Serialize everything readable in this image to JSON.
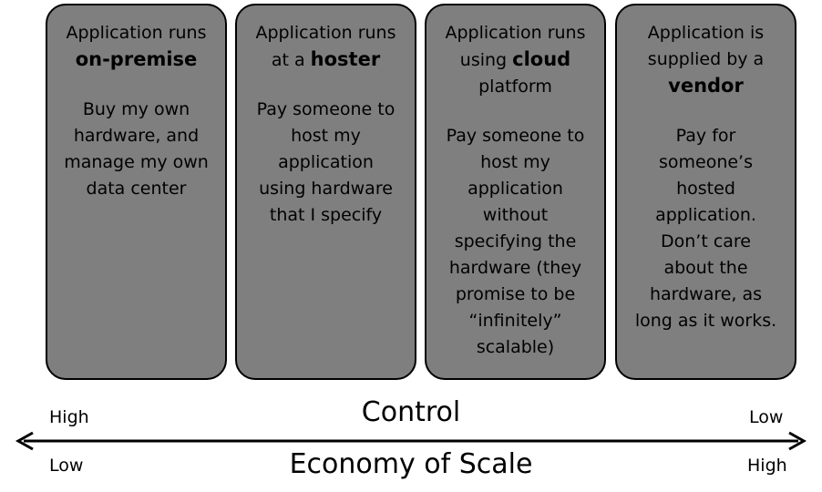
{
  "cards": [
    {
      "head": [
        {
          "text": "Application runs",
          "bold": false
        },
        {
          "text": "on-premise",
          "bold": true
        }
      ],
      "body": [
        "Buy my own",
        "hardware, and",
        "manage my own",
        "data center"
      ]
    },
    {
      "head": [
        {
          "text": "Application runs",
          "bold": false
        },
        {
          "text": "at a ",
          "bold": false,
          "suffix_bold": "hoster"
        }
      ],
      "body": [
        "Pay someone to",
        "host my",
        "application",
        "using hardware",
        "that I specify"
      ]
    },
    {
      "head": [
        {
          "text": "Application runs",
          "bold": false
        },
        {
          "text": "using ",
          "bold": false,
          "suffix_bold": "cloud"
        },
        {
          "text": "platform",
          "bold": false
        }
      ],
      "body": [
        "Pay someone to",
        "host my",
        "application",
        "without",
        "specifying the",
        "hardware (they",
        "promise to be",
        "“infinitely”",
        "scalable)"
      ]
    },
    {
      "head": [
        {
          "text": "Application is",
          "bold": false
        },
        {
          "text": "supplied by a",
          "bold": false
        },
        {
          "text": "vendor",
          "bold": true
        }
      ],
      "body": [
        "Pay for",
        "someone’s",
        "hosted",
        "application.",
        "Don’t care",
        "about the",
        "hardware, as",
        "long as it works."
      ]
    }
  ],
  "axis": {
    "top_title": "Control",
    "bottom_title": "Economy of Scale",
    "top_left": "High",
    "top_right": "Low",
    "bottom_left": "Low",
    "bottom_right": "High"
  },
  "colors": {
    "card_fill": "#7f7f7f",
    "card_border": "#000000",
    "arrow": "#000000"
  }
}
